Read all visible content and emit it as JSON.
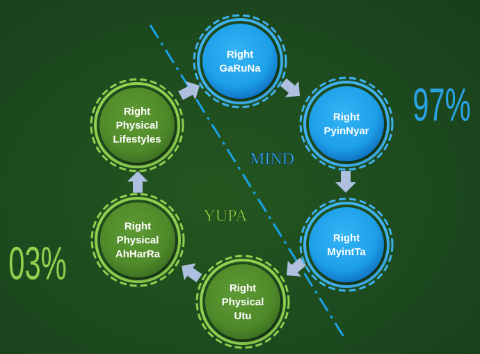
{
  "colors": {
    "background": "#1d4a1f",
    "mind_blue": "#1e9fe8",
    "mind_blue_dark": "#0d6fbf",
    "mind_ring": "#3fb3f0",
    "yupa_green": "#4f8a2a",
    "yupa_green_dark": "#3b6e22",
    "yupa_ring": "#8fd14f",
    "arrow": "#aebfe0",
    "divider": "#1aa3e8",
    "pct_mind": "#2aa3e6",
    "pct_yupa": "#8fd14f"
  },
  "nodes": [
    {
      "id": "garuna",
      "group": "mind",
      "lines": [
        "Right",
        "GaRuNa"
      ]
    },
    {
      "id": "pyinnyar",
      "group": "mind",
      "lines": [
        "Right",
        "PyinNyar"
      ]
    },
    {
      "id": "myintta",
      "group": "mind",
      "lines": [
        "Right",
        "MyintTa"
      ]
    },
    {
      "id": "utu",
      "group": "yupa",
      "lines": [
        "Right",
        "Physical",
        "Utu"
      ]
    },
    {
      "id": "ahharra",
      "group": "yupa",
      "lines": [
        "Right",
        "Physical",
        "AhHarRa"
      ]
    },
    {
      "id": "lifestyles",
      "group": "yupa",
      "lines": [
        "Right",
        "Physical",
        "Lifestyles"
      ]
    }
  ],
  "labels": {
    "mind": "MIND",
    "yupa": "YUPA",
    "mind_percent": "97%",
    "yupa_percent": "03%"
  }
}
